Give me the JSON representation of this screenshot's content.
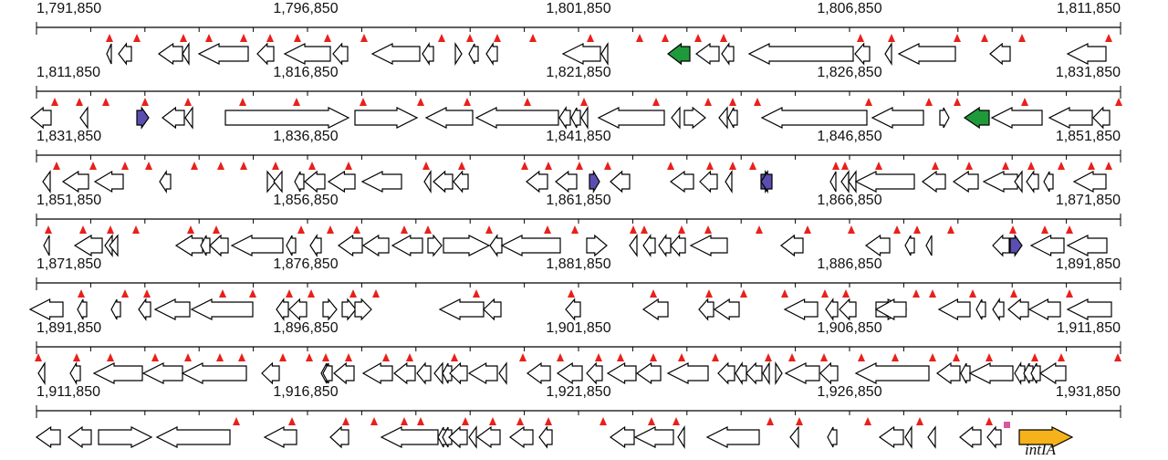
{
  "tracks": [
    {
      "labels": [
        "1,791,850",
        "1,796,850",
        "1,801,850",
        "1,806,850",
        "1,811,850"
      ]
    },
    {
      "labels": [
        "1,811,850",
        "1,816,850",
        "1,821,850",
        "1,826,850",
        "1,831,850"
      ]
    },
    {
      "labels": [
        "1,831,850",
        "1,836,850",
        "1,841,850",
        "1,846,850",
        "1,851,850"
      ]
    },
    {
      "labels": [
        "1,851,850",
        "1,856,850",
        "1,861,850",
        "1,866,850",
        "1,871,850"
      ]
    },
    {
      "labels": [
        "1,871,850",
        "1,876,850",
        "1,881,850",
        "1,886,850",
        "1,891,850"
      ]
    },
    {
      "labels": [
        "1,891,850",
        "1,896,850",
        "1,901,850",
        "1,906,850",
        "1,911,850"
      ]
    },
    {
      "labels": [
        "1,911,850",
        "1,916,850",
        "1,921,850",
        "1,926,850",
        "1,931,850"
      ]
    }
  ],
  "highlight_gene": {
    "name": "intIA",
    "color": "#f5b21b"
  },
  "colors": {
    "marker": "#e8201b",
    "green": "#1f9a3a",
    "blue": "#5a4fb0",
    "pink": "#d9579b",
    "outline": "#000000"
  }
}
